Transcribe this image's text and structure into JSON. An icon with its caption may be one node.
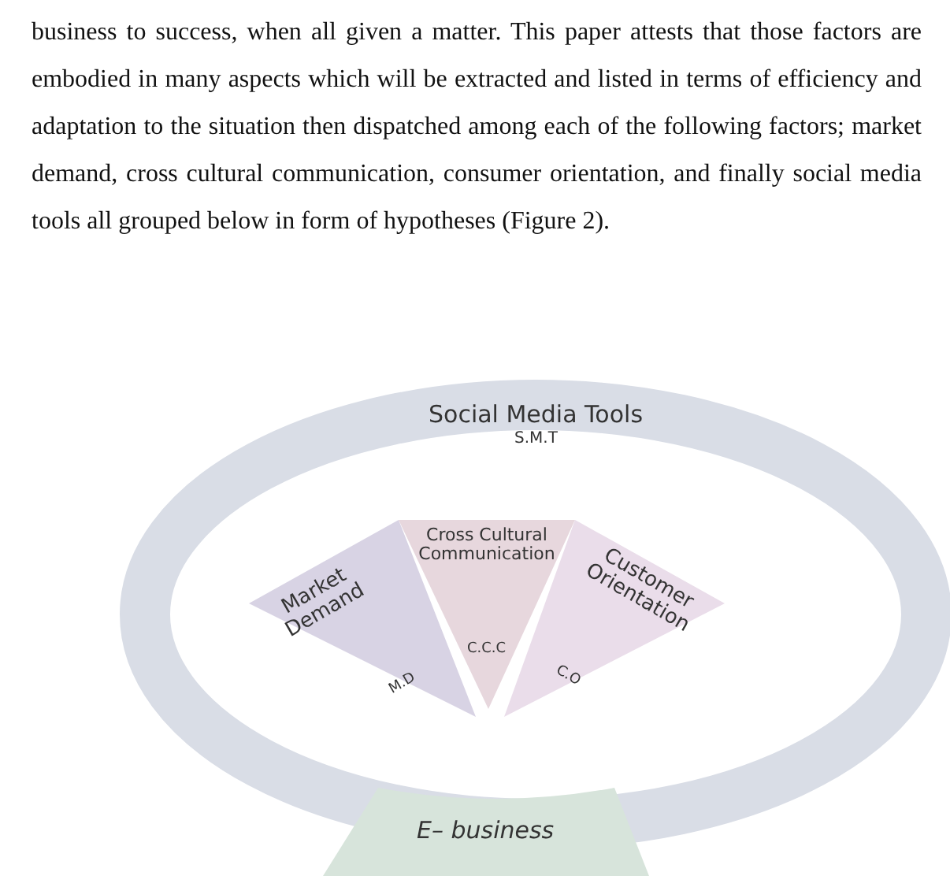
{
  "diagram": {
    "nodes": [
      {
        "text": [
          "Social Media Tools",
          "S.M.T"
        ]
      },
      {
        "text": [
          "Market Demand",
          "M.D"
        ],
        "in": 0
      },
      {
        "text": [
          "Cross Cultural Communication",
          "C.C.C"
        ],
        "in": 0
      },
      {
        "text": [
          "Customer Orientation",
          "C.O"
        ],
        "in": 0
      },
      {
        "text": [
          "E– business"
        ]
      }
    ],
    "labels": [
      "business to success, when all given a matter. This paper attests that those factors are embodied in many aspects which will be extracted and listed in terms of efficiency and adaptation to the situation then dispatched among each of the following factors; market demand, cross cultural communication, consumer orientation, and finally social media tools all grouped below in form of hypotheses (Figure 2)."
    ]
  }
}
